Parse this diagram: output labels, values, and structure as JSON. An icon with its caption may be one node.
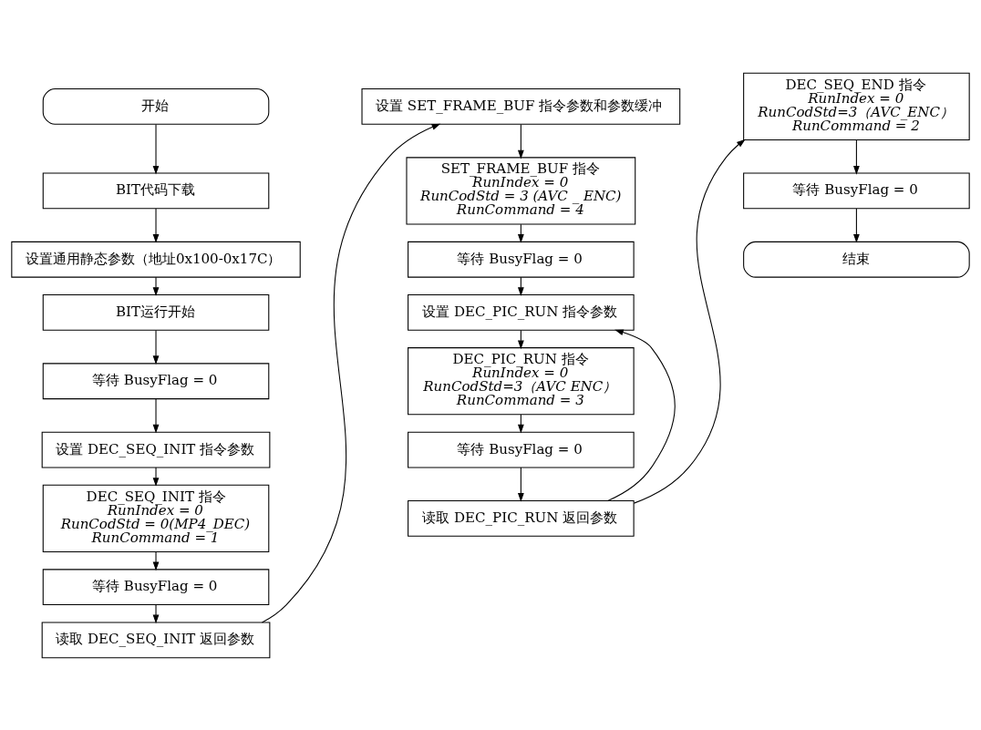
{
  "diagram": {
    "nodes": [
      {
        "text": [
          "开始"
        ]
      },
      {
        "text": [
          "BIT代码下载"
        ]
      },
      {
        "text": [
          "设置通用静态参数（地址0x100-0x17C）"
        ]
      },
      {
        "text": [
          "BIT运行开始"
        ]
      },
      {
        "text": [
          "等待 BusyFlag = 0"
        ]
      },
      {
        "text": [
          "设置 DEC_SEQ_INIT 指令参数"
        ]
      },
      {
        "text": [
          "DEC_SEQ_INIT 指令",
          "RunIndex = 0",
          "RunCodStd = 0(MP4_DEC)",
          "RunCommand = 1"
        ]
      },
      {
        "text": [
          "等待 BusyFlag = 0"
        ]
      },
      {
        "text": [
          "读取 DEC_SEQ_INIT 返回参数"
        ]
      },
      {
        "text": [
          "设置 SET_FRAME_BUF 指令参数和参数缓冲"
        ]
      },
      {
        "text": [
          "SET_FRAME_BUF 指令",
          "RunIndex = 0",
          "RunCodStd = 3 (AVC _ ENC)",
          "RunCommand = 4"
        ]
      },
      {
        "text": [
          "等待 BusyFlag = 0"
        ]
      },
      {
        "text": [
          "设置 DEC_PIC_RUN 指令参数"
        ]
      },
      {
        "text": [
          "DEC_PIC_RUN 指令",
          "RunIndex = 0",
          "RunCodStd=3（AVC ENC）",
          "RunCommand = 3"
        ]
      },
      {
        "text": [
          "等待 BusyFlag = 0"
        ]
      },
      {
        "text": [
          "读取 DEC_PIC_RUN 返回参数"
        ]
      },
      {
        "text": [
          "DEC_SEQ_END 指令",
          "RunIndex = 0",
          "RunCodStd=3（AVC_ENC）",
          "RunCommand = 2"
        ]
      },
      {
        "text": [
          "等待 BusyFlag = 0"
        ]
      },
      {
        "text": [
          "结束"
        ]
      }
    ],
    "edges": [
      {
        "from": 0,
        "to": 1,
        "arrow": "to"
      },
      {
        "from": 1,
        "to": 2,
        "arrow": "to"
      },
      {
        "from": 2,
        "to": 3,
        "arrow": "to"
      },
      {
        "from": 3,
        "to": 4,
        "arrow": "to"
      },
      {
        "from": 4,
        "to": 5,
        "arrow": "to"
      },
      {
        "from": 5,
        "to": 6,
        "arrow": "to"
      },
      {
        "from": 6,
        "to": 7,
        "arrow": "to"
      },
      {
        "from": 7,
        "to": 8,
        "arrow": "to"
      },
      {
        "from": 8,
        "to": 9,
        "arrow": "to"
      },
      {
        "from": 9,
        "to": 10,
        "arrow": "to"
      },
      {
        "from": 10,
        "to": 11,
        "arrow": "to"
      },
      {
        "from": 11,
        "to": 12,
        "arrow": "to"
      },
      {
        "from": 12,
        "to": 13,
        "arrow": "to"
      },
      {
        "from": 13,
        "to": 14,
        "arrow": "to"
      },
      {
        "from": 14,
        "to": 15,
        "arrow": "to"
      },
      {
        "from": 15,
        "to": 12,
        "arrow": "to"
      },
      {
        "from": 15,
        "to": 16,
        "arrow": "to"
      },
      {
        "from": 16,
        "to": 17,
        "arrow": "to"
      },
      {
        "from": 17,
        "to": 18,
        "arrow": "to"
      }
    ]
  }
}
